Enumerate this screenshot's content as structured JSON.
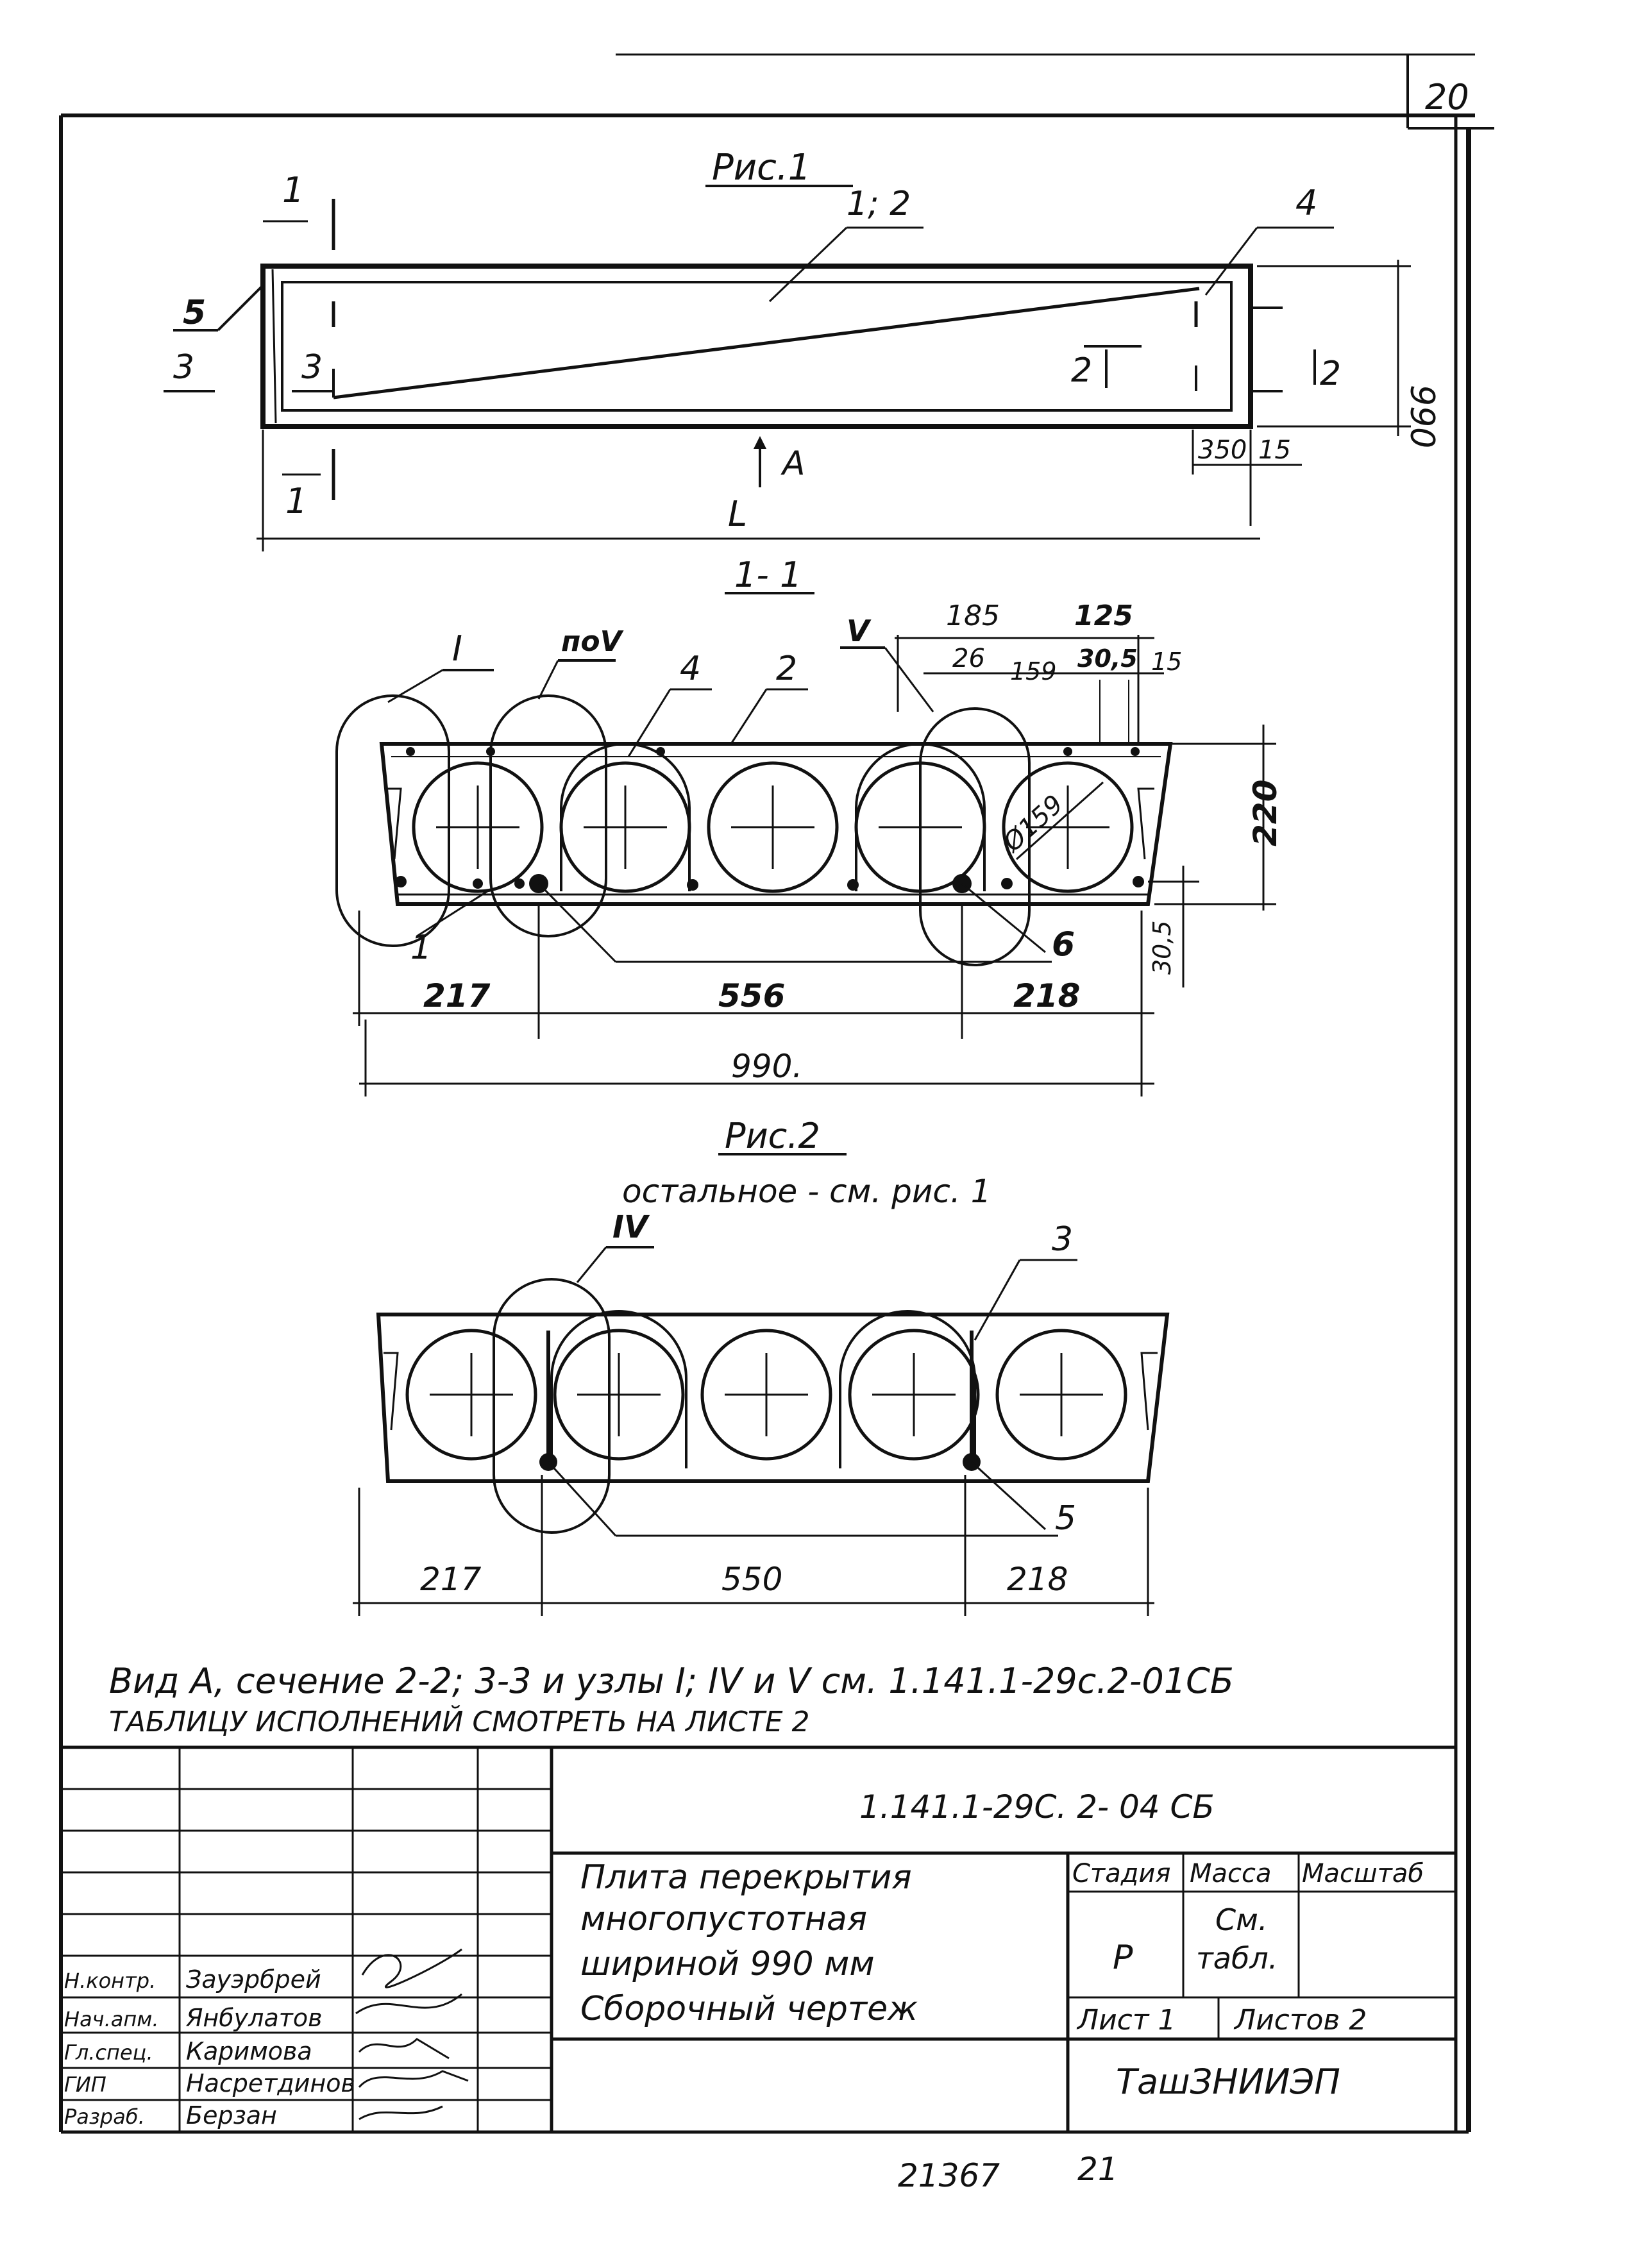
{
  "sheet": {
    "page_number": "20",
    "fig1": {
      "title": "Рис.1",
      "labels": {
        "sec1_top": "1",
        "sec1_bottom": "1",
        "mark_12": "1; 2",
        "mark_4": "4",
        "mark_5": "5",
        "sec3_left": "3",
        "sec3_inner": "3",
        "sec2_a": "2",
        "sec2_b": "2",
        "view_a": "A",
        "length": "L"
      },
      "dims": {
        "height": "990",
        "d350": "350",
        "d15": "15"
      }
    },
    "section11": {
      "title": "1- 1",
      "labels": {
        "node_I": "I",
        "node_poV": "поV",
        "mark_4": "4",
        "mark_2": "2",
        "node_V": "V",
        "mark_1": "1",
        "mark_6": "6",
        "diameter": "Ø159"
      },
      "dims": {
        "d185": "185",
        "d125": "125",
        "d26": "26",
        "d159": "159",
        "d305_top": "30,5",
        "d15": "15",
        "d220": "220",
        "d305_side": "30,5",
        "d217": "217",
        "d556": "556",
        "d218": "218",
        "d990": "990."
      }
    },
    "fig2": {
      "title": "Рис.2",
      "subtitle": "остальное - см. рис. 1",
      "labels": {
        "node_IV": "IV",
        "mark_3": "3",
        "mark_5": "5"
      },
      "dims": {
        "d217": "217",
        "d550": "550",
        "d218": "218"
      }
    },
    "notes": {
      "line1": "Вид А, сечение 2-2; 3-3 и узлы I; IV и V см. 1.141.1-29с.2-01СБ",
      "line2": "ТАБЛИЦУ ИСПОЛНЕНИЙ СМОТРЕТЬ НА ЛИСТЕ 2"
    },
    "title_block": {
      "doc_code": "1.141.1-29С. 2- 04 СБ",
      "title_lines": [
        "Плита перекрытия",
        "многопустотная",
        "шириной 990 мм",
        "Сборочный чертеж"
      ],
      "stage_header": "Стадия",
      "mass_header": "Масса",
      "scale_header": "Масштаб",
      "stage_value": "Р",
      "mass_value_1": "См.",
      "mass_value_2": "табл.",
      "sheet_label": "Лист 1",
      "sheets_label": "Листов 2",
      "organization": "ТашЗНИИЭП",
      "signatures": [
        {
          "role": "Н.контр.",
          "name": "Зауэрбрей"
        },
        {
          "role": "Нач.апм.",
          "name": "Янбулатов"
        },
        {
          "role": "Гл.спец.",
          "name": "Каримова"
        },
        {
          "role": "ГИП",
          "name": "Насретдинов"
        },
        {
          "role": "Разраб.",
          "name": "Берзан"
        }
      ]
    },
    "footer": {
      "inventory": "21367",
      "format": "21"
    }
  }
}
